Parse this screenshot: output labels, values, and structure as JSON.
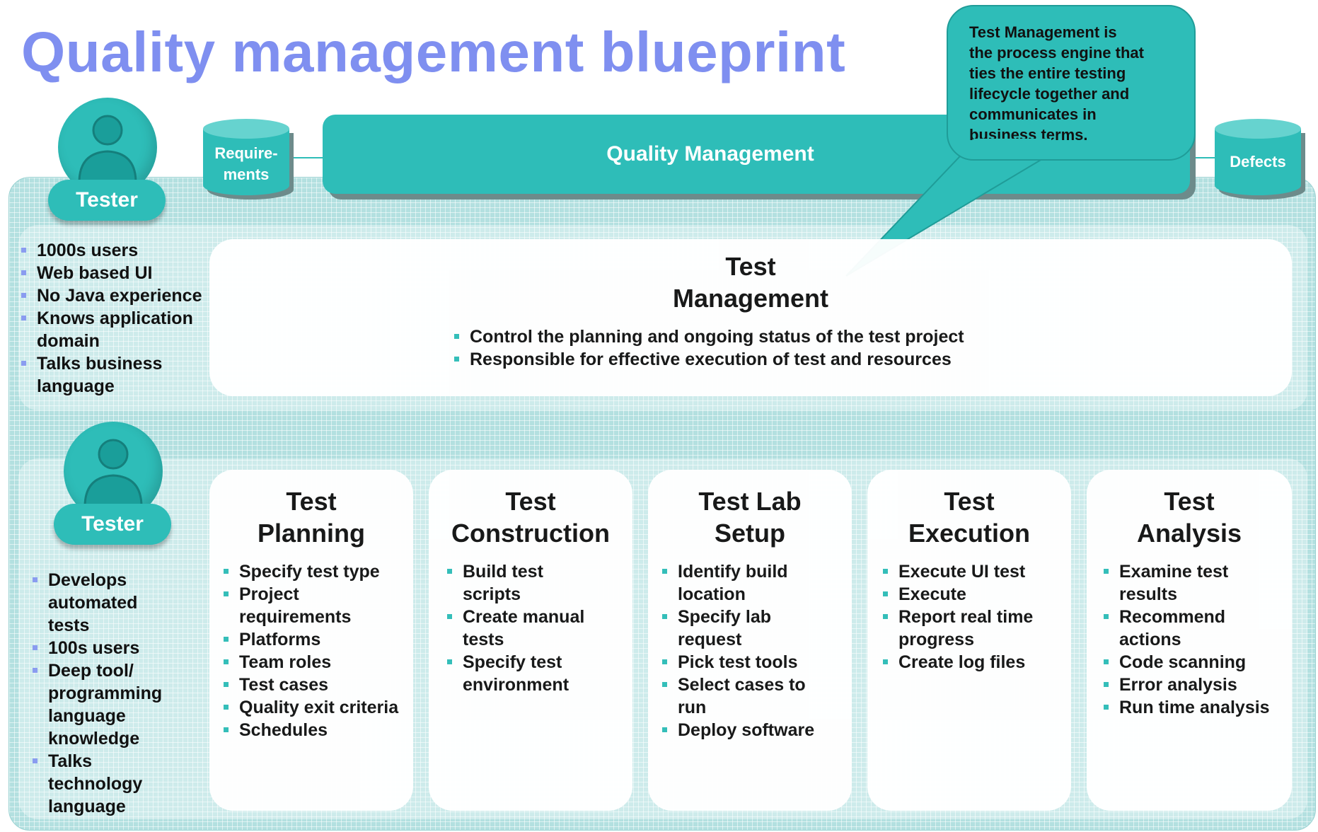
{
  "title": "Quality management blueprint",
  "colors": {
    "accent": "#2ebdb8",
    "title": "#7f8ff0",
    "grid": "#b3e0e0"
  },
  "quality_management": {
    "label": "Quality Management"
  },
  "requirements_db": {
    "line1": "Require-",
    "line2": "ments"
  },
  "defects_db": {
    "label": "Defects"
  },
  "callout": {
    "lines": [
      "Test Management is",
      "the process engine that",
      "ties the entire testing",
      "lifecycle together and",
      "communicates in",
      "business terms."
    ]
  },
  "tester_top": {
    "badge": "Tester",
    "icon": "person-icon",
    "traits": [
      "1000s users",
      "Web based UI",
      "No Java experience",
      "Knows application",
      "domain",
      "Talks business",
      "language"
    ]
  },
  "test_management": {
    "title_line1": "Test",
    "title_line2": "Management",
    "bullets": [
      "Control the planning and ongoing status of the test project",
      "Responsible for effective execution of test and resources"
    ]
  },
  "tester_bottom": {
    "badge": "Tester",
    "icon": "person-icon",
    "traits": [
      "Develops",
      "automated",
      "tests",
      "100s users",
      "Deep tool/",
      "programming",
      "language",
      "knowledge",
      "Talks",
      "technology",
      "language"
    ]
  },
  "cards": [
    {
      "title_line1": "Test",
      "title_line2": "Planning",
      "items": [
        "Specify test type",
        "Project",
        "requirements",
        "Platforms",
        "Team roles",
        "Test cases",
        "Quality exit criteria",
        "Schedules"
      ]
    },
    {
      "title_line1": "Test",
      "title_line2": "Construction",
      "items": [
        "Build test",
        "scripts",
        "Create  manual",
        "tests",
        "Specify test",
        "environment"
      ]
    },
    {
      "title_line1": "Test Lab",
      "title_line2": "Setup",
      "items": [
        "Identify build",
        "location",
        "Specify lab",
        "request",
        "Pick test tools",
        "Select cases to",
        "run",
        "Deploy software"
      ]
    },
    {
      "title_line1": "Test",
      "title_line2": "Execution",
      "items": [
        "Execute UI test",
        "Execute",
        "Report real time",
        "progress",
        "Create log files"
      ]
    },
    {
      "title_line1": "Test",
      "title_line2": "Analysis",
      "items": [
        "Examine test",
        "results",
        "Recommend",
        "actions",
        "Code scanning",
        "Error analysis",
        "Run time analysis"
      ]
    }
  ]
}
